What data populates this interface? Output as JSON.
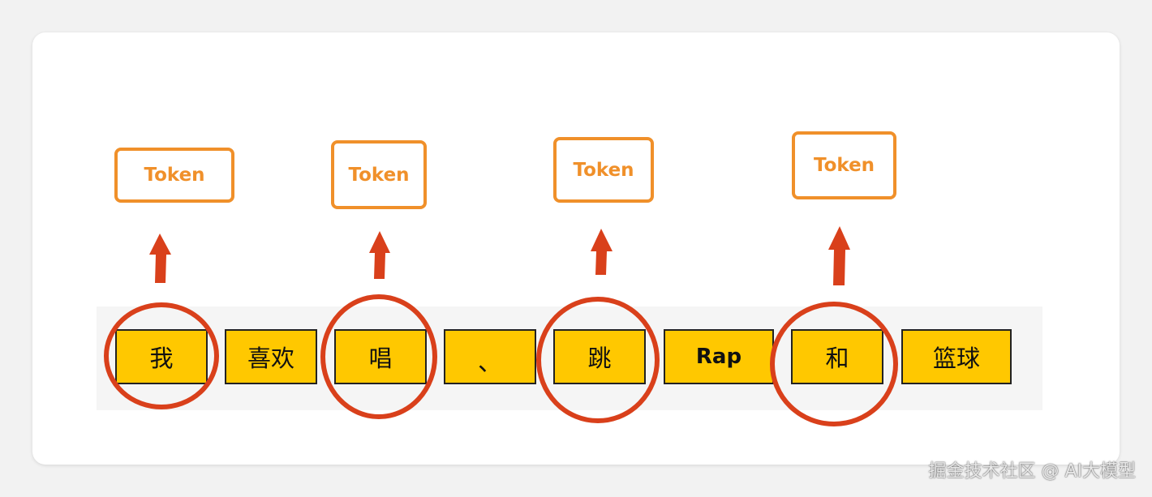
{
  "diagram": {
    "token_label": "Token",
    "segments": [
      {
        "text": "我",
        "selected": true
      },
      {
        "text": "喜欢",
        "selected": false
      },
      {
        "text": "唱",
        "selected": true
      },
      {
        "text": "、",
        "selected": false
      },
      {
        "text": "跳",
        "selected": true
      },
      {
        "text": "Rap",
        "selected": false
      },
      {
        "text": "和",
        "selected": true
      },
      {
        "text": "篮球",
        "selected": false
      }
    ],
    "colors": {
      "segment_fill": "#ffc800",
      "segment_border": "#222222",
      "token_border": "#f0902a",
      "token_text": "#f0902a",
      "arrow": "#d9401b",
      "circle": "#d9401b",
      "strip_background": "#f5f5f5"
    }
  },
  "watermark": "掘金技术社区 @ AI大模型"
}
